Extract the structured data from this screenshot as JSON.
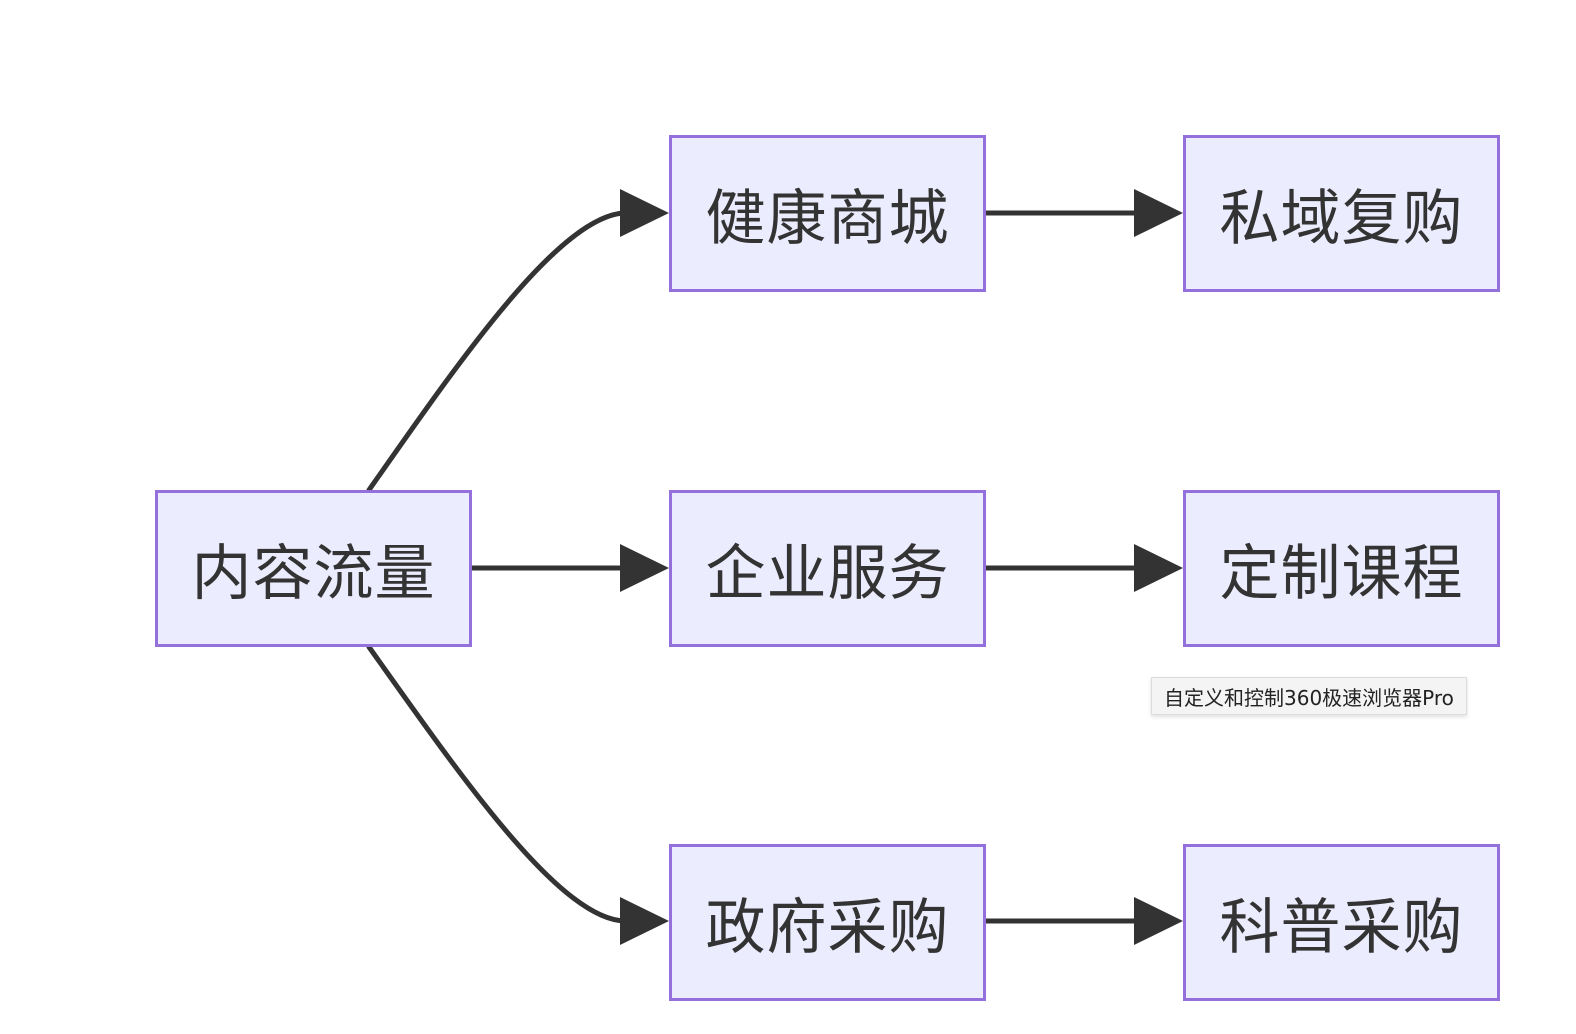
{
  "colors": {
    "node_fill": "#ececff",
    "node_border": "#9370db",
    "edge": "#333333",
    "text": "#333333"
  },
  "nodes": {
    "content_traffic": "内容流量",
    "health_mall": "健康商城",
    "enterprise_service": "企业服务",
    "gov_procurement": "政府采购",
    "private_repurchase": "私域复购",
    "custom_course": "定制课程",
    "science_procurement": "科普采购"
  },
  "edges": [
    {
      "from": "content_traffic",
      "to": "health_mall"
    },
    {
      "from": "content_traffic",
      "to": "enterprise_service"
    },
    {
      "from": "content_traffic",
      "to": "gov_procurement"
    },
    {
      "from": "health_mall",
      "to": "private_repurchase"
    },
    {
      "from": "enterprise_service",
      "to": "custom_course"
    },
    {
      "from": "gov_procurement",
      "to": "science_procurement"
    }
  ],
  "tooltip": {
    "text": "自定义和控制360极速浏览器Pro"
  }
}
